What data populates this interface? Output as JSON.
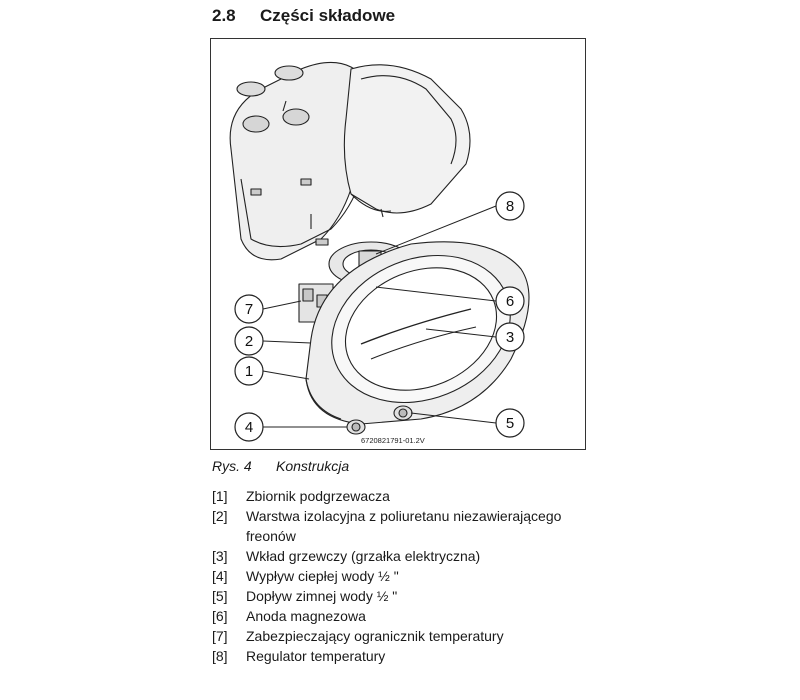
{
  "section": {
    "number": "2.8",
    "title": "Części składowe"
  },
  "figure": {
    "image_id": "6720821791-01.2V",
    "callouts": [
      "8",
      "7",
      "6",
      "2",
      "3",
      "1",
      "4",
      "5"
    ],
    "caption_number": "Rys. 4",
    "caption_text": "Konstrukcja"
  },
  "legend": [
    {
      "key": "[1]",
      "text": "Zbiornik podgrzewacza"
    },
    {
      "key": "[2]",
      "text": "Warstwa izolacyjna z poliuretanu niezawierającego freonów"
    },
    {
      "key": "[3]",
      "text": "Wkład grzewczy (grzałka elektryczna)"
    },
    {
      "key": "[4]",
      "text": "Wypływ ciepłej wody ½ \""
    },
    {
      "key": "[5]",
      "text": "Dopływ zimnej wody ½ \""
    },
    {
      "key": "[6]",
      "text": "Anoda magnezowa"
    },
    {
      "key": "[7]",
      "text": "Zabezpieczający ogranicznik temperatury"
    },
    {
      "key": "[8]",
      "text": "Regulator temperatury"
    }
  ]
}
